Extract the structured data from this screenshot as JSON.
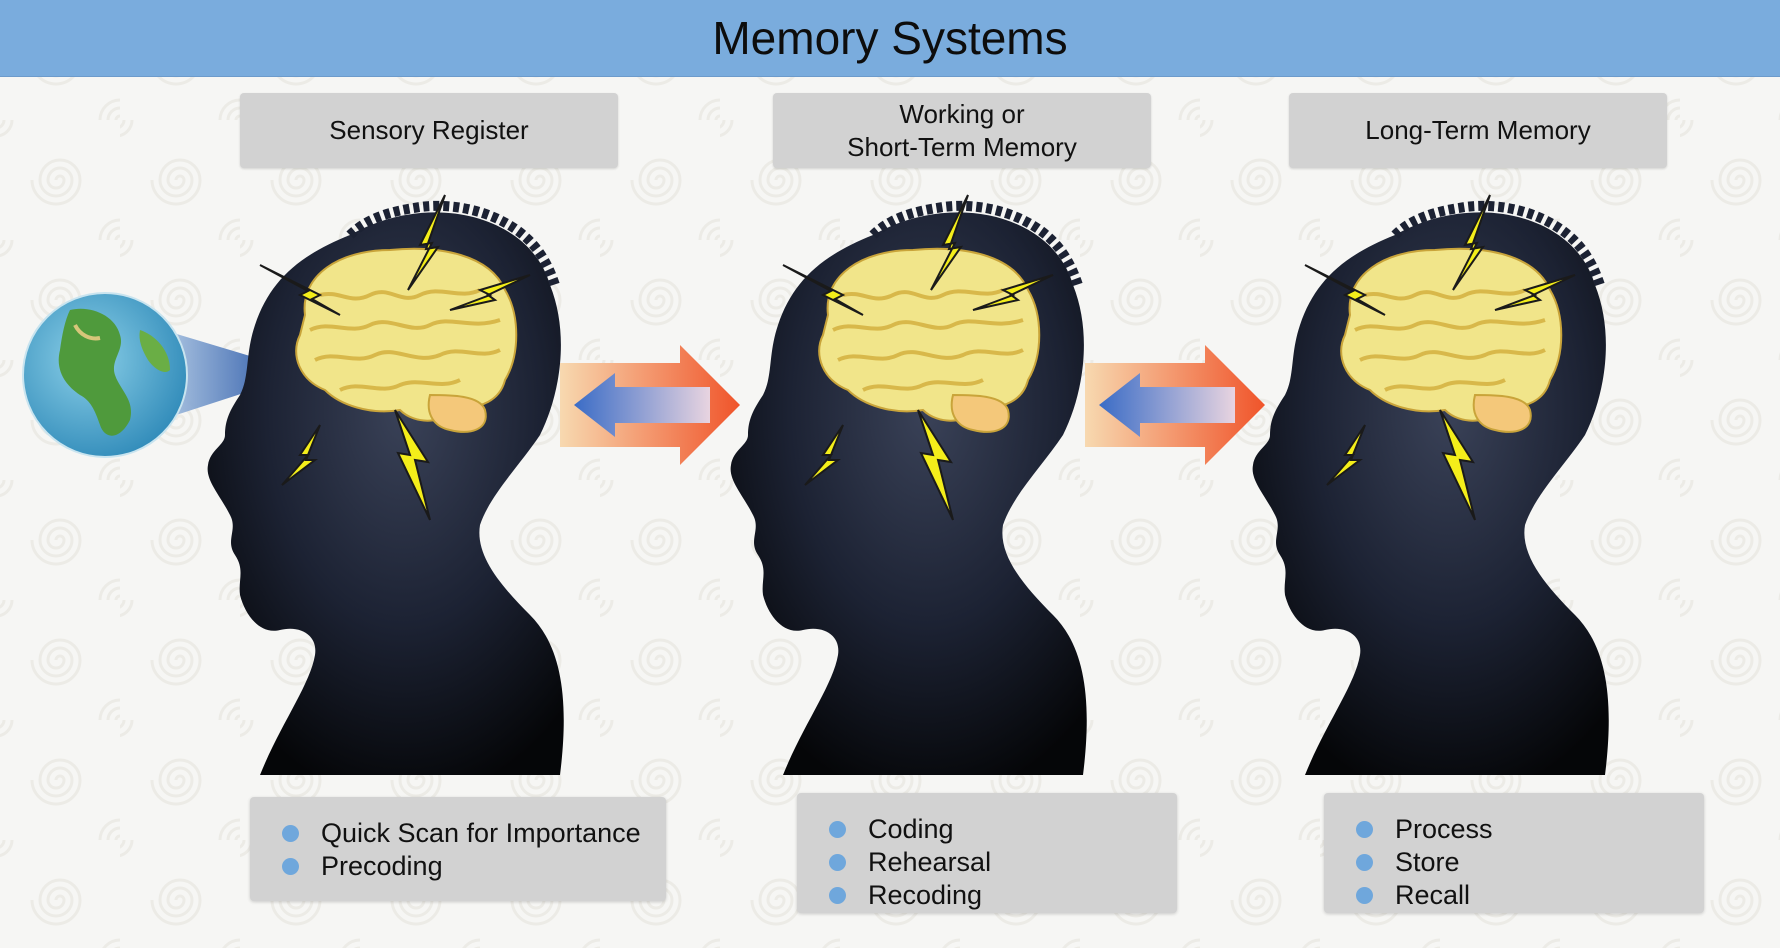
{
  "title": "Memory Systems",
  "colors": {
    "title_bar": "#7aacdd",
    "label_box": "#d2d2d2",
    "bullet_dot": "#6fa7dc",
    "head": "#1c2233",
    "brain": "#f1e58a",
    "bolt": "#f4ee1a",
    "arrow_forward": "#f0542a",
    "arrow_back": "#3a6cc6"
  },
  "stages": [
    {
      "label_lines": [
        "Sensory Register"
      ],
      "bullets": [
        "Quick Scan for Importance",
        "Precoding"
      ]
    },
    {
      "label_lines": [
        "Working or",
        "Short-Term Memory"
      ],
      "bullets": [
        "Coding",
        "Rehearsal",
        "Recoding"
      ]
    },
    {
      "label_lines": [
        "Long-Term Memory"
      ],
      "bullets": [
        "Process",
        "Store",
        "Recall"
      ]
    }
  ],
  "icons": {
    "globe": "globe-icon",
    "head": "head-silhouette-icon",
    "brain": "brain-icon",
    "bolt": "lightning-bolt-icon",
    "arrow": "bidirectional-arrow-icon"
  }
}
